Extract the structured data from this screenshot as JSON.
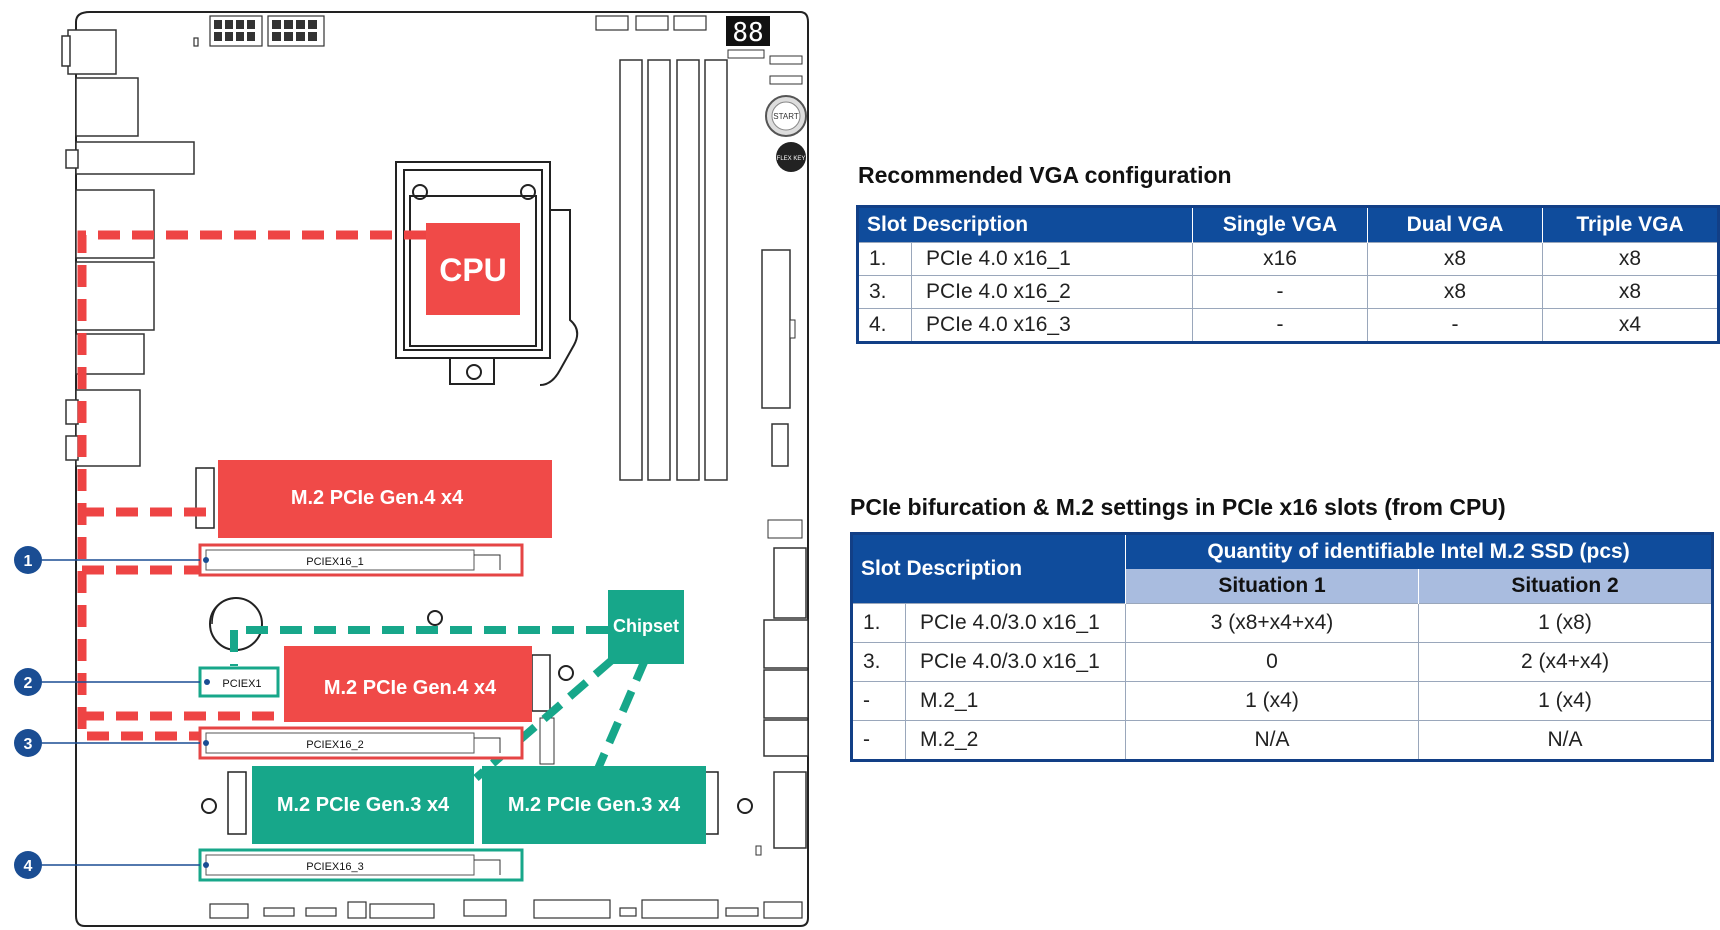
{
  "board": {
    "cpu_label": "CPU",
    "chipset_label": "Chipset",
    "start_button_label": "START",
    "flex_key_label": "FLEX KEY",
    "debug_display": "88",
    "m2_blocks": [
      {
        "label": "M.2 PCIe Gen.4 x4",
        "color": "#f04a48"
      },
      {
        "label": "M.2 PCIe Gen.4 x4",
        "color": "#f04a48"
      },
      {
        "label": "M.2 PCIe Gen.3 x4",
        "color": "#17a78a"
      },
      {
        "label": "M.2 PCIe Gen.3 x4",
        "color": "#17a78a"
      }
    ],
    "slots": [
      {
        "label": "PCIEX16_1",
        "callout": "1",
        "color": "#e54545"
      },
      {
        "label": "PCIEX1",
        "callout": "2",
        "color": "#17a78a"
      },
      {
        "label": "PCIEX16_2",
        "callout": "3",
        "color": "#e54545"
      },
      {
        "label": "PCIEX16_3",
        "callout": "4",
        "color": "#17a78a"
      }
    ]
  },
  "vga_table": {
    "title": "Recommended VGA configuration",
    "headers": [
      "Slot Description",
      "Single VGA",
      "Dual VGA",
      "Triple VGA"
    ],
    "rows": [
      {
        "num": "1.",
        "slot": "PCIe 4.0 x16_1",
        "single": "x16",
        "dual": "x8",
        "triple": "x8"
      },
      {
        "num": "3.",
        "slot": "PCIe 4.0 x16_2",
        "single": "-",
        "dual": "x8",
        "triple": "x8"
      },
      {
        "num": "4.",
        "slot": "PCIe 4.0 x16_3",
        "single": "-",
        "dual": "-",
        "triple": "x4"
      }
    ]
  },
  "bif_table": {
    "title": "PCIe bifurcation & M.2 settings in PCIe x16 slots (from CPU)",
    "header_slot": "Slot Description",
    "header_group": "Quantity of identifiable Intel M.2 SSD (pcs)",
    "header_s1": "Situation 1",
    "header_s2": "Situation 2",
    "rows": [
      {
        "num": "1.",
        "slot": "PCIe 4.0/3.0 x16_1",
        "s1": "3 (x8+x4+x4)",
        "s2": "1 (x8)"
      },
      {
        "num": "3.",
        "slot": "PCIe 4.0/3.0 x16_1",
        "s1": "0",
        "s2": "2 (x4+x4)"
      },
      {
        "num": "-",
        "slot": "M.2_1",
        "s1": "1 (x4)",
        "s2": "1 (x4)"
      },
      {
        "num": "-",
        "slot": "M.2_2",
        "s1": "N/A",
        "s2": "N/A"
      }
    ]
  }
}
